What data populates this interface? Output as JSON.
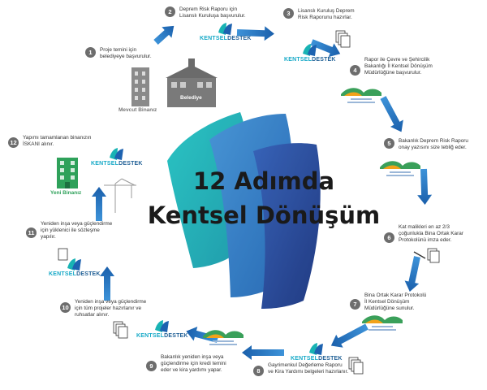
{
  "title": {
    "line1": "12 Adımda",
    "line2": "Kentsel Dönüşüm"
  },
  "brand": {
    "part1": "KENTSEL",
    "part2": "DESTEK"
  },
  "colors": {
    "arrow": "#1e67b0",
    "arrowLight": "#3d93d9",
    "teal": "#18b3b4",
    "navy": "#1d3a8a",
    "ministryGreen": "#3aa05a",
    "numberBadge": "#6d6d6d"
  },
  "buildings": {
    "existing": "Mevcut Binanız",
    "municipality": "Belediye",
    "new": "Yeni Binanız"
  },
  "steps": [
    {
      "num": "1",
      "lines": [
        "Proje temini için",
        "belediyeye başvurulur."
      ]
    },
    {
      "num": "2",
      "lines": [
        "Deprem Risk Raporu için",
        "Lisanslı Kuruluşa başvurulur."
      ]
    },
    {
      "num": "3",
      "lines": [
        "Lisanslı Kuruluş Deprem",
        "Risk Raporunu hazırlar."
      ]
    },
    {
      "num": "4",
      "lines": [
        "Rapor ile Çevre ve Şehircilik",
        "Bakanlığı İl Kentsel Dönüşüm",
        "Müdürlüğüne başvurulur."
      ]
    },
    {
      "num": "5",
      "lines": [
        "Bakanlık Deprem Risk Raporu",
        "onay yazısını size tebliğ eder."
      ]
    },
    {
      "num": "6",
      "lines": [
        "Kat malikleri en az 2/3",
        "çoğunlukla Bina Ortak Karar",
        "Protokolünü imza eder."
      ]
    },
    {
      "num": "7",
      "lines": [
        "Bina Ortak Karar Protokolü",
        "İl Kentsel Dönüşüm",
        "Müdürlüğüne sunulur."
      ]
    },
    {
      "num": "8",
      "lines": [
        "Gayrimenkul Değerleme Raporu",
        "ve Kira Yardımı belgeleri hazırlanır."
      ]
    },
    {
      "num": "9",
      "lines": [
        "Bakanlık yeniden inşa veya",
        "güçlendirme için kredi temini",
        "eder ve kira yardımı yapar."
      ]
    },
    {
      "num": "10",
      "lines": [
        "Yeniden inşa veya güçlendirme",
        "için tüm projeler hazırlanır ve",
        "ruhsatlar alınır."
      ]
    },
    {
      "num": "11",
      "lines": [
        "Yeniden inşa veya güçlendirme",
        "için yüklenici ile sözleşme",
        "yapılır."
      ]
    },
    {
      "num": "12",
      "lines": [
        "Yapımı tamamlanan binanızın",
        "İSKANI alınır."
      ]
    }
  ]
}
